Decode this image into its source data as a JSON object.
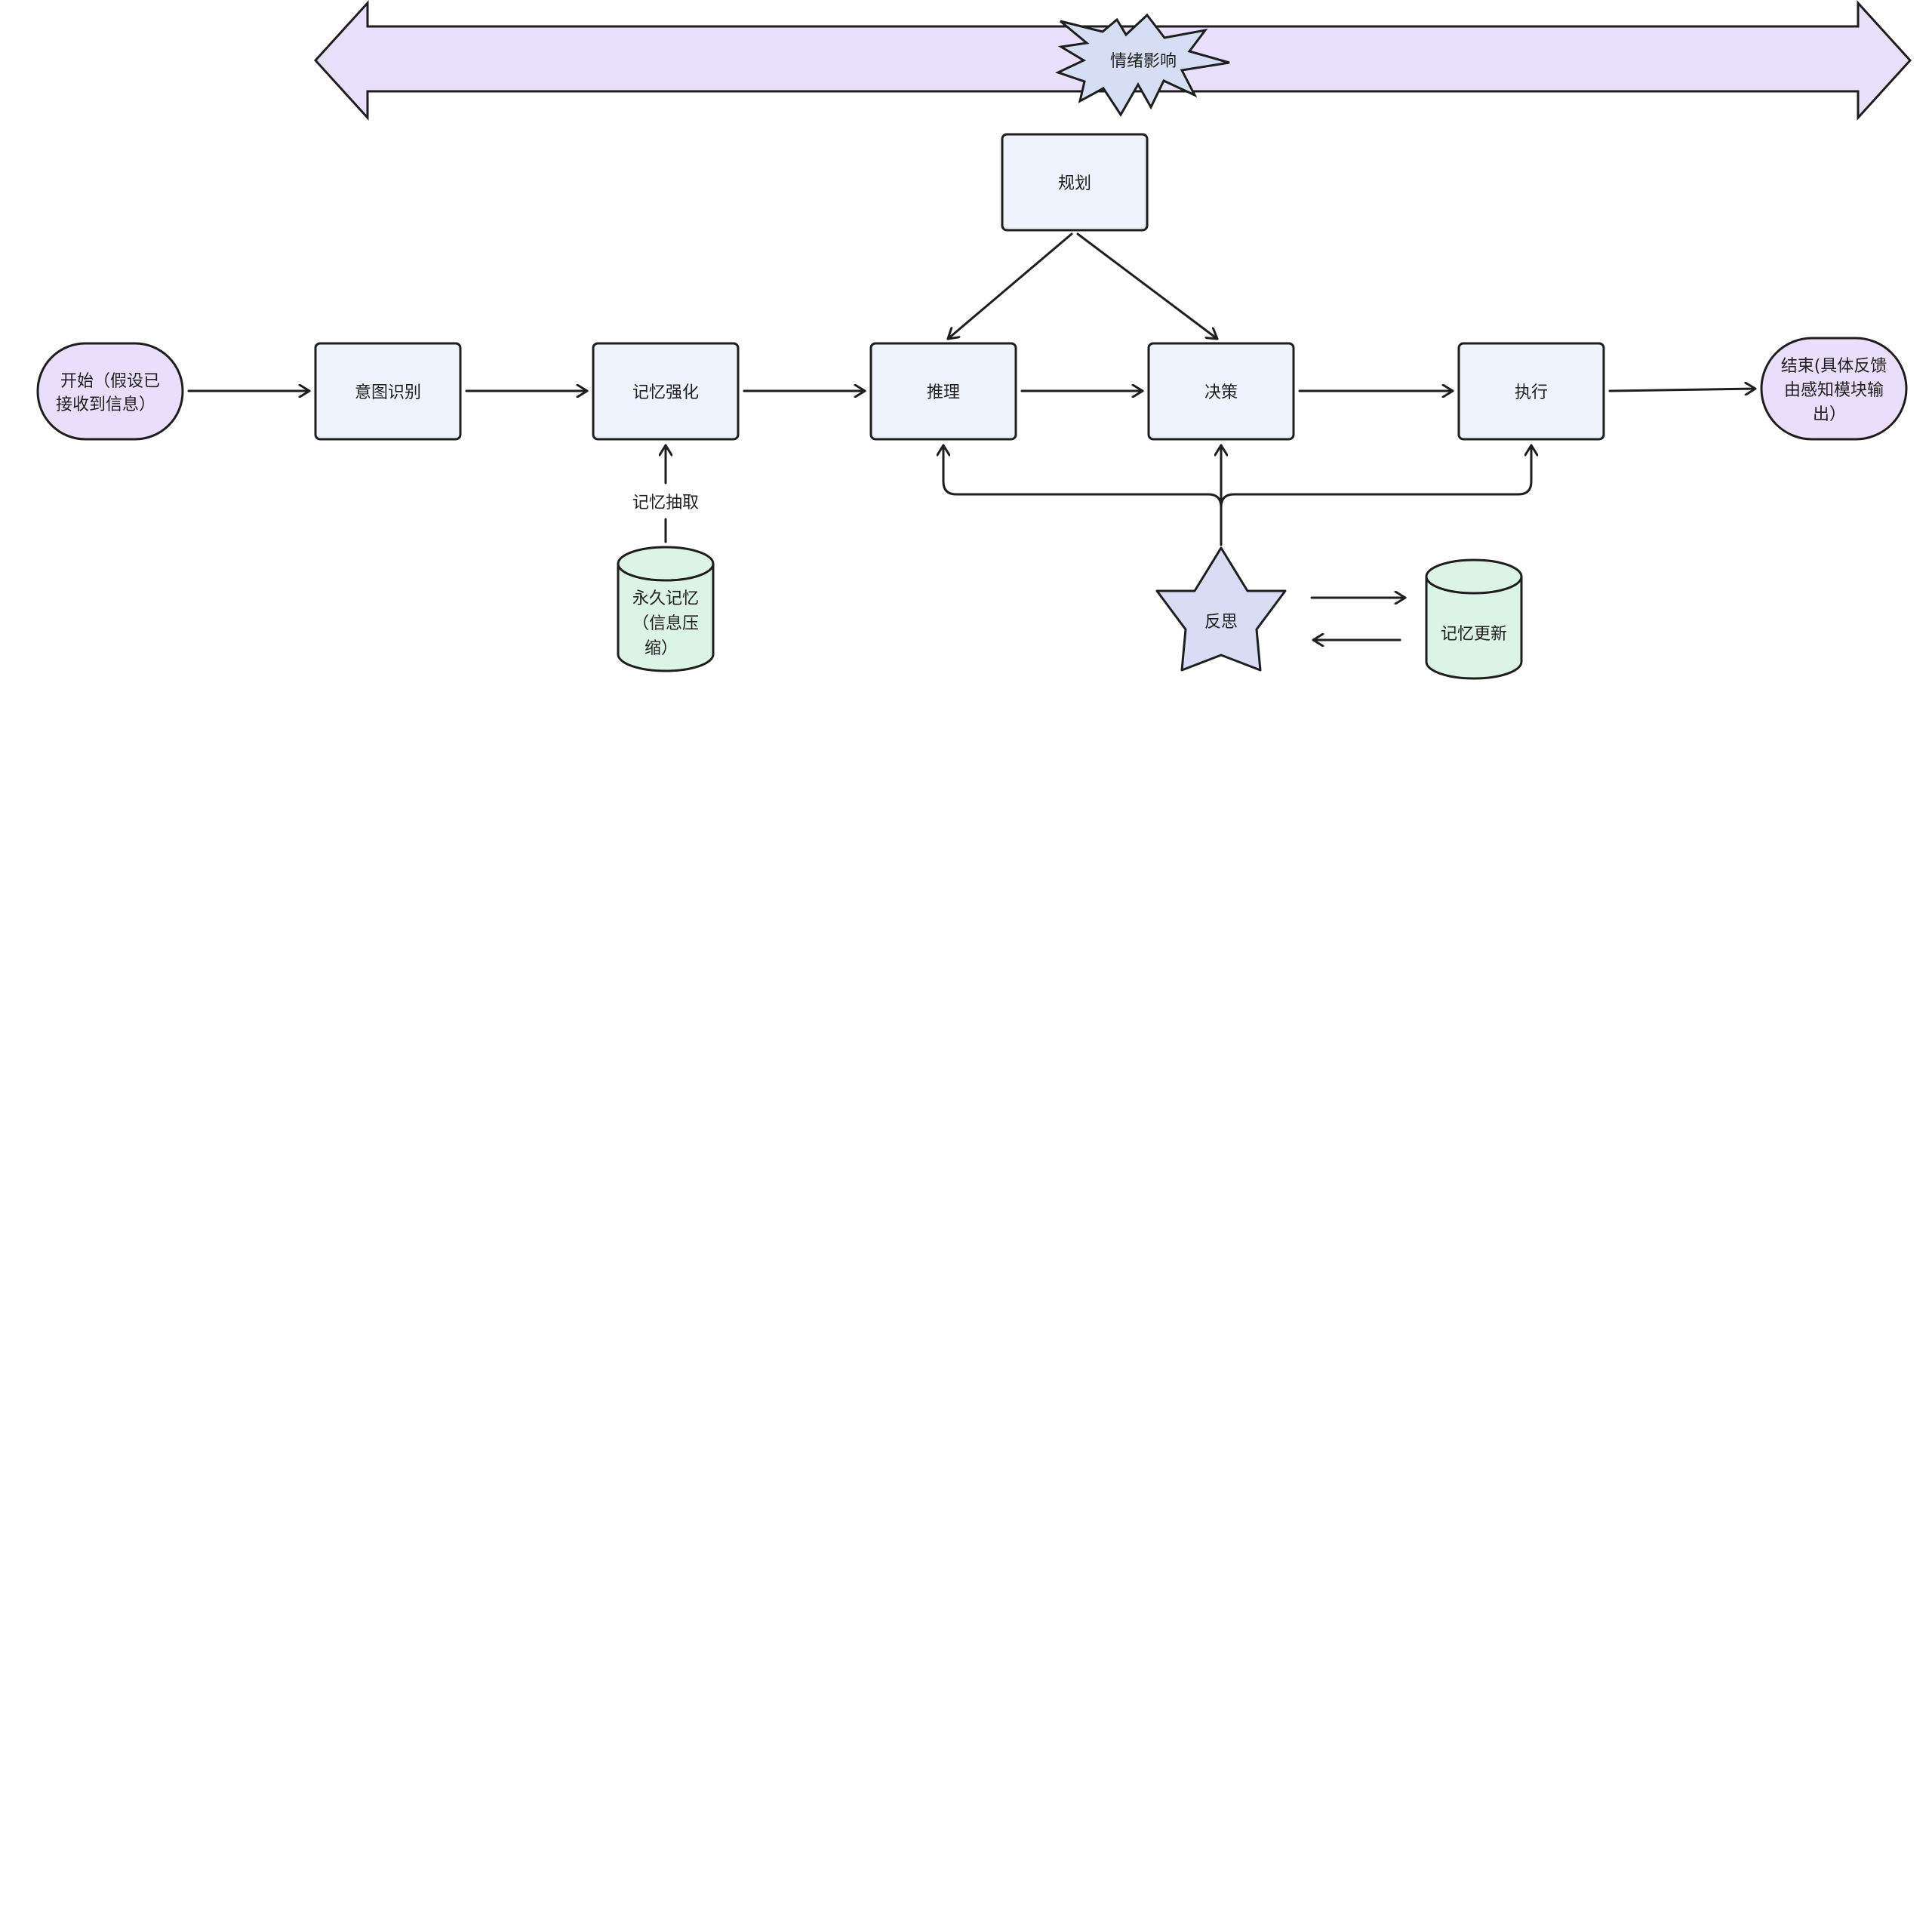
{
  "colors": {
    "stroke": "#1e1e1e",
    "process_fill": "#eef3fd",
    "terminal_fill": "#e9defb",
    "storage_fill": "#dcf4e6",
    "star_fill": "#d8dcf5",
    "banner_fill": "#e8e0fd",
    "burst_fill": "#d6def5"
  },
  "nodes": {
    "banner": {
      "label": "情绪影响"
    },
    "plan": {
      "label": "规划"
    },
    "start": {
      "line1": "开始（假设已",
      "line2": "接收到信息）"
    },
    "intent": {
      "label": "意图识别"
    },
    "memory_enhance": {
      "label": "记忆强化"
    },
    "reasoning": {
      "label": "推理"
    },
    "decision": {
      "label": "决策"
    },
    "execute": {
      "label": "执行"
    },
    "end": {
      "line1": "结束(具体反馈",
      "line2": "由感知模块输",
      "line3": "出）"
    },
    "permanent_memory": {
      "line1": "永久记忆",
      "line2": "（信息压",
      "line3": "缩）"
    },
    "reflection": {
      "label": "反思"
    },
    "memory_update": {
      "label": "记忆更新"
    }
  },
  "edges": {
    "memory_extract": {
      "label": "记忆抽取"
    }
  }
}
